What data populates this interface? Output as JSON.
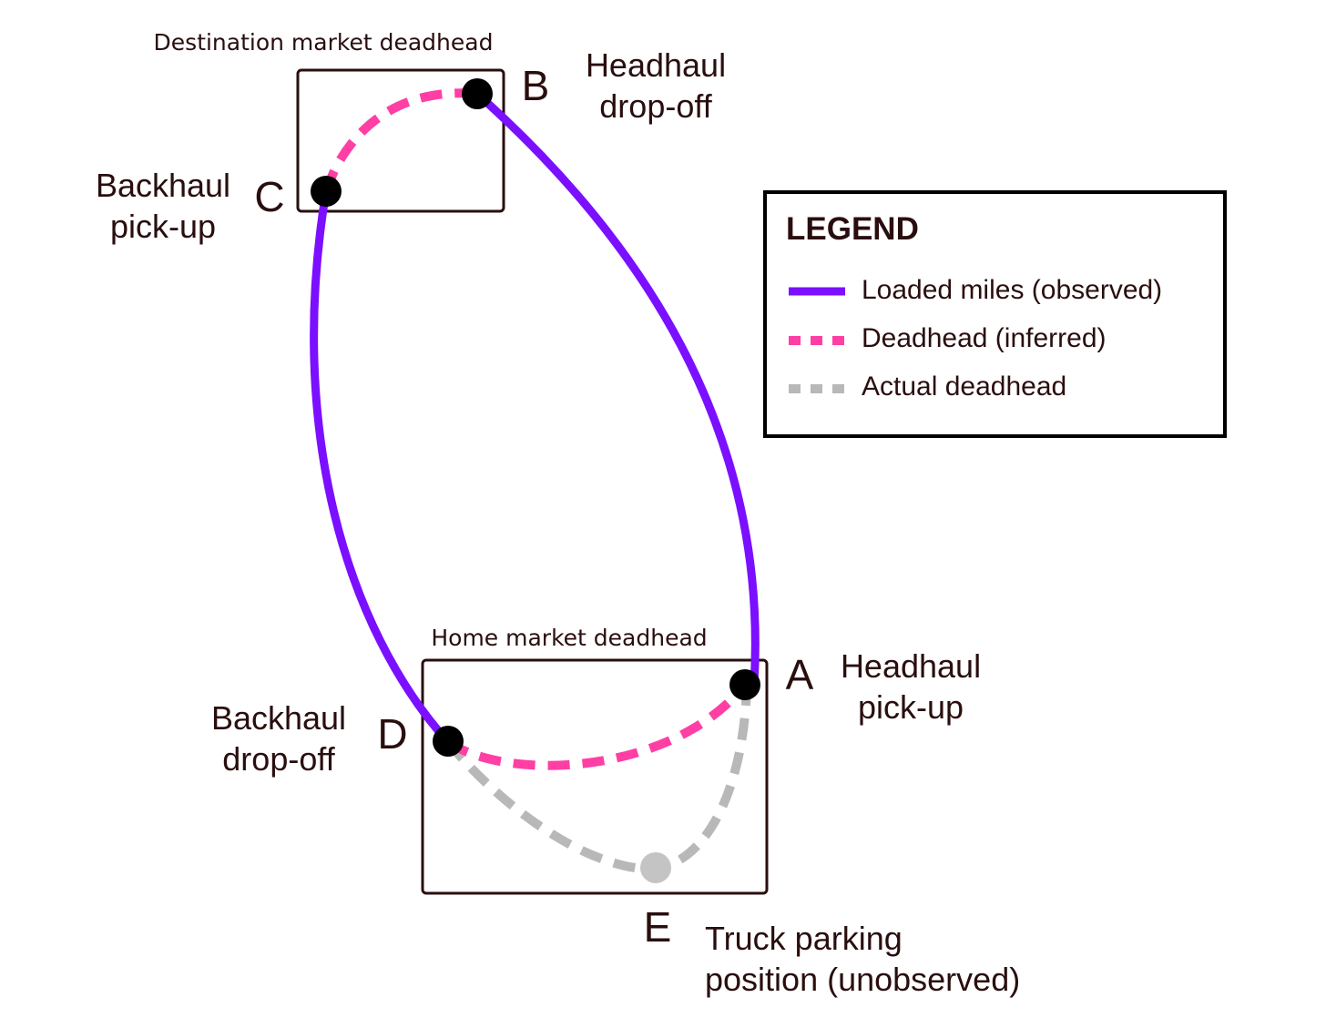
{
  "markets": {
    "destination_label": "Destination market deadhead",
    "home_label": "Home market deadhead"
  },
  "points": {
    "A": {
      "letter": "A",
      "label_line1": "Headhaul",
      "label_line2": "pick-up"
    },
    "B": {
      "letter": "B",
      "label_line1": "Headhaul",
      "label_line2": "drop-off"
    },
    "C": {
      "letter": "C",
      "label_line1": "Backhaul",
      "label_line2": "pick-up"
    },
    "D": {
      "letter": "D",
      "label_line1": "Backhaul",
      "label_line2": "drop-off"
    },
    "E": {
      "letter": "E",
      "label_line1": "Truck parking",
      "label_line2": "position (unobserved)"
    }
  },
  "legend": {
    "title": "LEGEND",
    "items": [
      {
        "label": "Loaded miles (observed)",
        "color": "#7b0fff",
        "style": "solid"
      },
      {
        "label": "Deadhead (inferred)",
        "color": "#ff3fa4",
        "style": "dashed"
      },
      {
        "label": "Actual deadhead",
        "color": "#b8b8b8",
        "style": "dashed"
      }
    ]
  },
  "colors": {
    "loaded": "#7b0fff",
    "deadhead_inferred": "#ff3fa4",
    "deadhead_actual": "#b8b8b8",
    "point": "#000000",
    "unobserved_point": "#c4c4c4",
    "text": "#2a0e0e"
  }
}
